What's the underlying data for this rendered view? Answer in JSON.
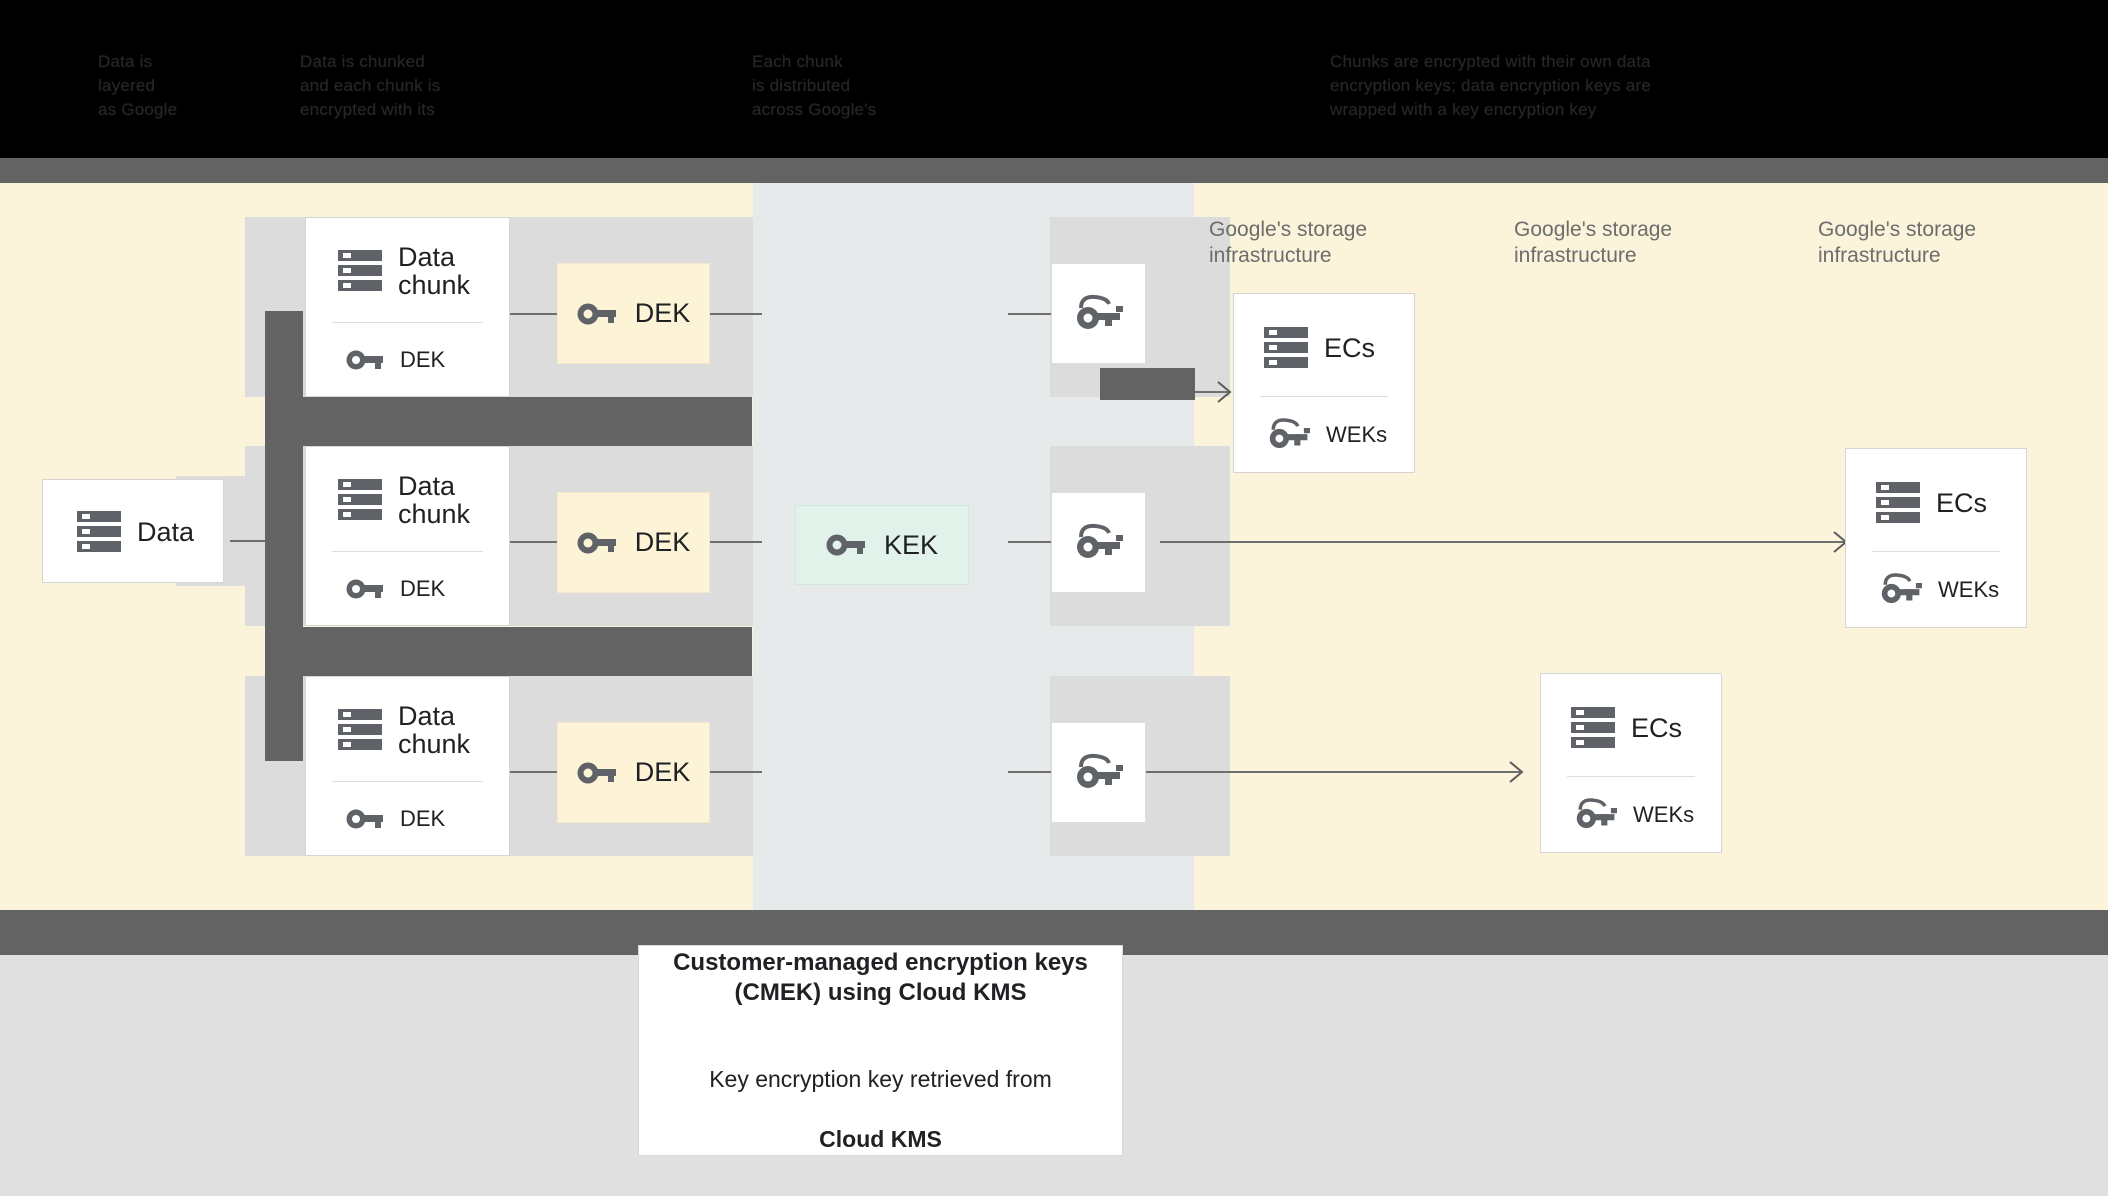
{
  "header": {
    "obscured_note": "partially obscured dark header text",
    "col1": "Data is\nlayered\nas Google",
    "col2": "Data is chunked\nand each chunk is\nencrypted with its",
    "col3": "Each chunk\nis distributed\nacross Google's",
    "col4": "Chunks are encrypted with their own data\nencryption keys; data encryption keys are\nwrapped with a key encryption key"
  },
  "diagram": {
    "source": {
      "label": "Data",
      "icon": "storage-icon"
    },
    "chunks": [
      {
        "title": "Data\nchunk",
        "key_label": "DEK",
        "icon": "storage-icon",
        "key_icon": "key-icon"
      },
      {
        "title": "Data\nchunk",
        "key_label": "DEK",
        "icon": "storage-icon",
        "key_icon": "key-icon"
      },
      {
        "title": "Data\nchunk",
        "key_label": "DEK",
        "icon": "storage-icon",
        "key_icon": "key-icon"
      }
    ],
    "deks": [
      {
        "label": "DEK",
        "icon": "key-icon"
      },
      {
        "label": "DEK",
        "icon": "key-icon"
      },
      {
        "label": "DEK",
        "icon": "key-icon"
      }
    ],
    "kek": {
      "label": "KEK",
      "icon": "key-icon"
    },
    "wrapped_keys": [
      {
        "icon": "wrapped-key-icon"
      },
      {
        "icon": "wrapped-key-icon"
      },
      {
        "icon": "wrapped-key-icon"
      }
    ],
    "infra_labels": [
      "Google's storage\ninfrastructure",
      "Google's storage\ninfrastructure",
      "Google's storage\ninfrastructure"
    ],
    "ec_cards": [
      {
        "title": "ECs",
        "key_label": "WEKs",
        "icon": "storage-icon",
        "key_icon": "wrapped-key-icon"
      },
      {
        "title": "ECs",
        "key_label": "WEKs",
        "icon": "storage-icon",
        "key_icon": "wrapped-key-icon"
      },
      {
        "title": "ECs",
        "key_label": "WEKs",
        "icon": "storage-icon",
        "key_icon": "wrapped-key-icon"
      }
    ]
  },
  "caption": {
    "bold": "Customer-managed encryption keys\n(CMEK) using Cloud KMS",
    "line1": "Key encryption key retrieved from",
    "line2": "Cloud KMS"
  },
  "colors": {
    "cream": "#fbf3da",
    "bluegray": "#e6eaea",
    "lane_gray": "#dcdcdc",
    "dek_yellow": "#fdf3d7",
    "kek_mint": "#e0f2e9",
    "dark_bar": "#636363",
    "page_gray": "#e0e0e0",
    "text": "#202124",
    "muted_text": "#6d6d6d"
  }
}
